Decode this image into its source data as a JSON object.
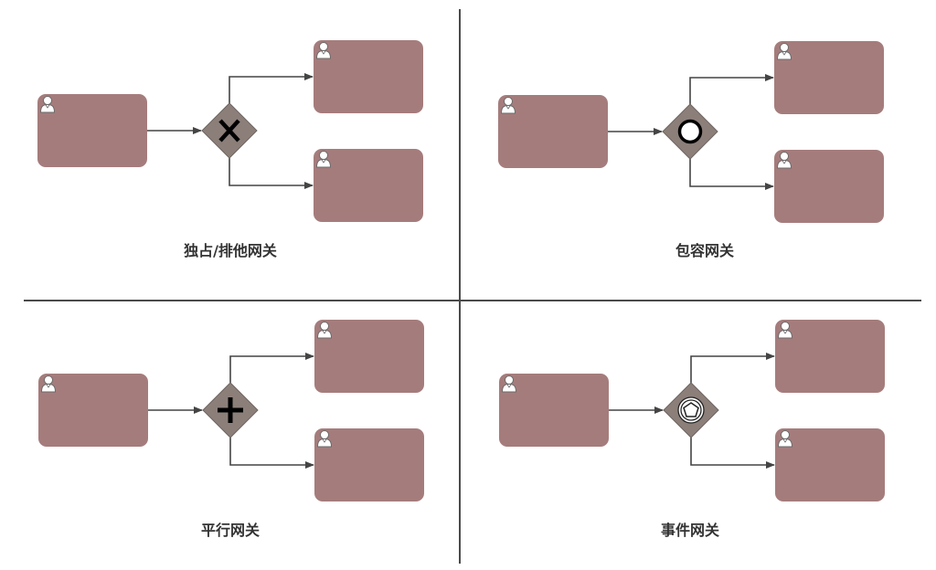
{
  "colors": {
    "task_fill": "#a57c7c",
    "gateway_fill": "#8c7f7a",
    "connector": "#444444",
    "divider": "#4a4a4a",
    "caption_text": "#333333"
  },
  "quadrants": [
    {
      "id": "exclusive",
      "caption": "独占/排他网关",
      "gateway_icon": "x-cross-icon"
    },
    {
      "id": "inclusive",
      "caption": "包容网关",
      "gateway_icon": "circle-icon"
    },
    {
      "id": "parallel",
      "caption": "平行网关",
      "gateway_icon": "plus-icon"
    },
    {
      "id": "event",
      "caption": "事件网关",
      "gateway_icon": "pentagon-icon"
    }
  ]
}
